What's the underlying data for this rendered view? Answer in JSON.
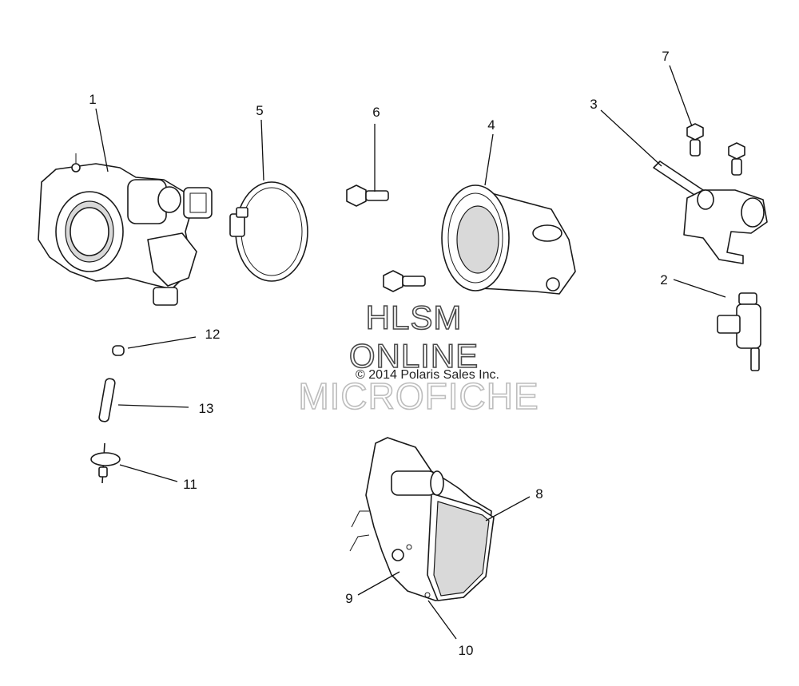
{
  "callouts": {
    "c1": "1",
    "c2": "2",
    "c3": "3",
    "c4": "4",
    "c5": "5",
    "c6": "6",
    "c7": "7",
    "c8": "8",
    "c9": "9",
    "c10": "10",
    "c11": "11",
    "c12": "12",
    "c13": "13"
  },
  "watermark": {
    "line1": "HLSM",
    "line2": "ONLINE",
    "line3": "MICROFICHE",
    "copyright": "© 2014 Polaris Sales Inc."
  }
}
